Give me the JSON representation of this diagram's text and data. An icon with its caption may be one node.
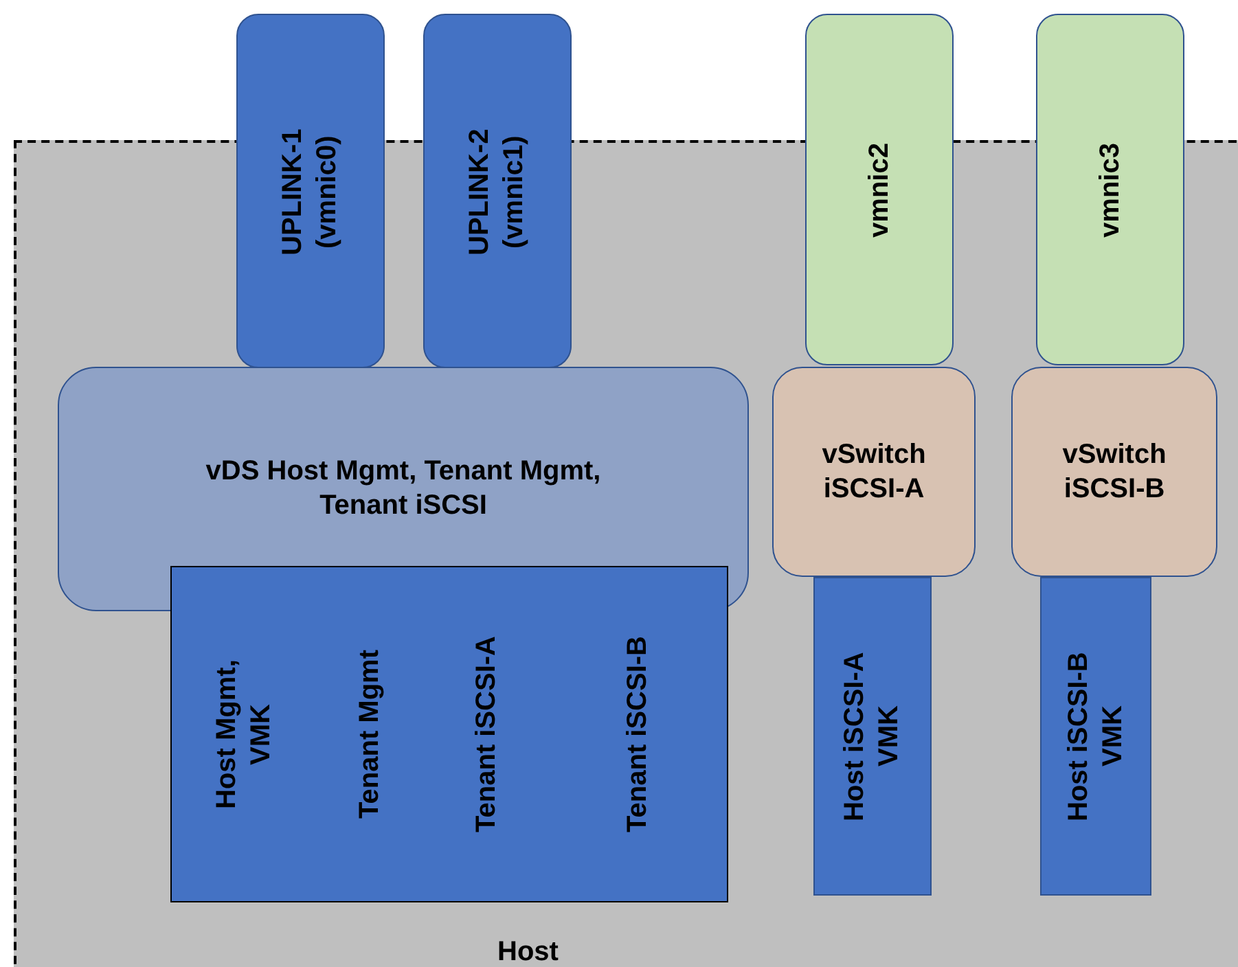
{
  "diagram": {
    "nodes": [
      {
        "text": [
          "Host"
        ]
      },
      {
        "text": [
          "UPLINK-1 (vmnic0)"
        ]
      },
      {
        "text": [
          "UPLINK-2 (vmnic1)"
        ]
      },
      {
        "text": [
          "vmnic2"
        ]
      },
      {
        "text": [
          "vmnic3"
        ]
      },
      {
        "text": [
          "vDS Host Mgmt, Tenant Mgmt, Tenant iSCSI"
        ],
        "in": 0
      },
      {
        "text": [
          "vSwitch iSCSI-A"
        ],
        "in": 0
      },
      {
        "text": [
          "vSwitch iSCSI-B"
        ],
        "in": 0
      },
      {
        "text": [
          "Host Mgmt, VMK"
        ],
        "in": 0
      },
      {
        "text": [
          "Tenant Mgmt"
        ],
        "in": 0
      },
      {
        "text": [
          "Tenant iSCSI-A"
        ],
        "in": 0
      },
      {
        "text": [
          "Tenant iSCSI-B"
        ],
        "in": 0
      },
      {
        "text": [
          "Host iSCSI-A VMK"
        ],
        "in": 0
      },
      {
        "text": [
          "Host iSCSI-B VMK"
        ],
        "in": 0
      }
    ]
  }
}
